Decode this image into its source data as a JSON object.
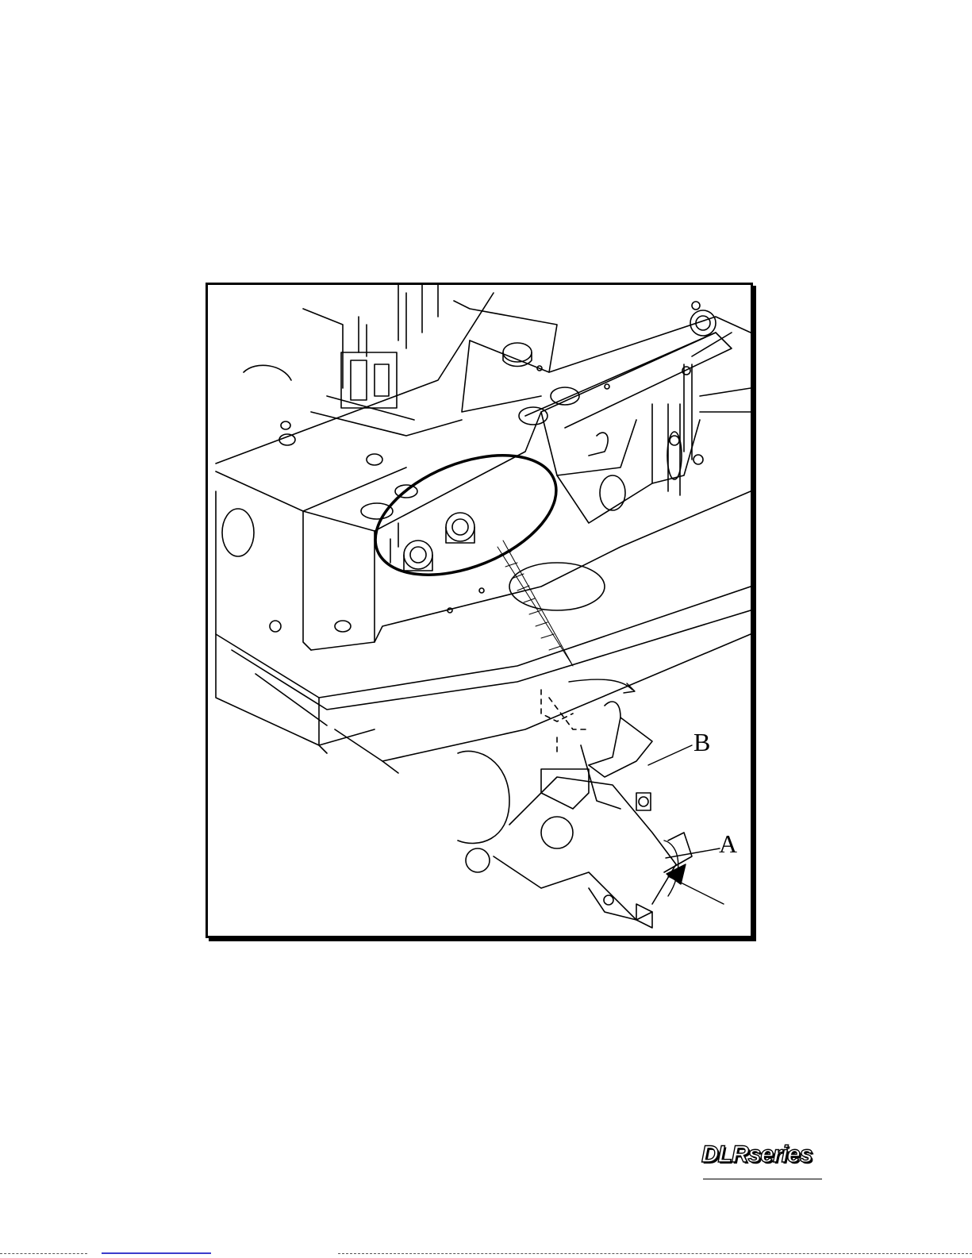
{
  "figure": {
    "callouts": {
      "a": "A",
      "b": "B"
    }
  },
  "footer": {
    "logo_text": "DLRseries"
  }
}
